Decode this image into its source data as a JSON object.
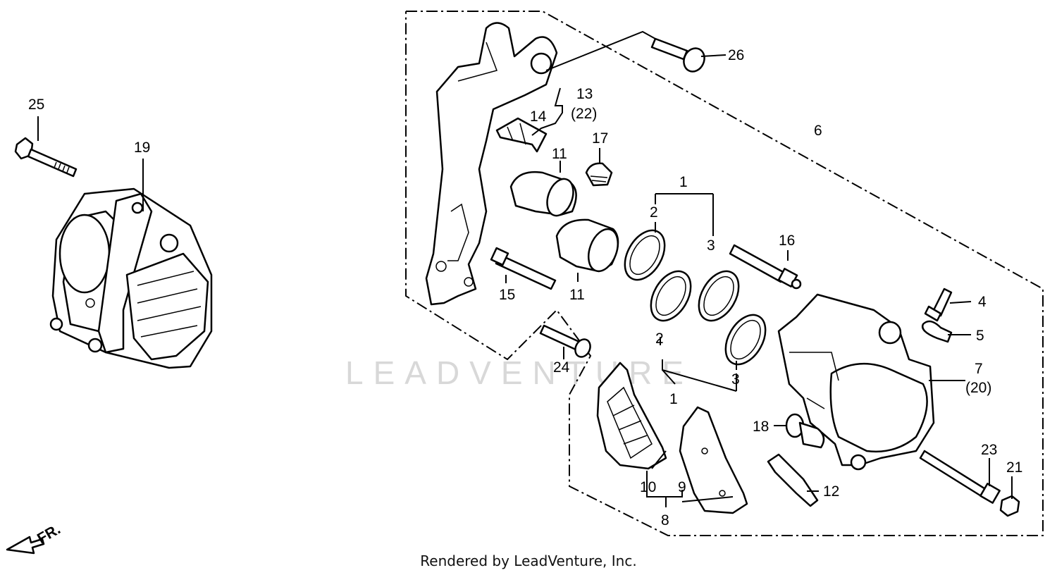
{
  "watermark": "LEADVENTURE",
  "footer": "Rendered by LeadVenture, Inc.",
  "direction_label": "FR.",
  "callouts": {
    "c1a": "1",
    "c1b": "1",
    "c2a": "2",
    "c2b": "2",
    "c3a": "3",
    "c3b": "3",
    "c4": "4",
    "c5": "5",
    "c6": "6",
    "c7": "7",
    "c7b": "(20)",
    "c8": "8",
    "c9": "9",
    "c10": "10",
    "c11a": "11",
    "c11b": "11",
    "c12": "12",
    "c13": "13",
    "c13b": "(22)",
    "c14": "14",
    "c15": "15",
    "c16": "16",
    "c17": "17",
    "c18": "18",
    "c19": "19",
    "c21": "21",
    "c23": "23",
    "c24": "24",
    "c25": "25",
    "c26": "26"
  }
}
